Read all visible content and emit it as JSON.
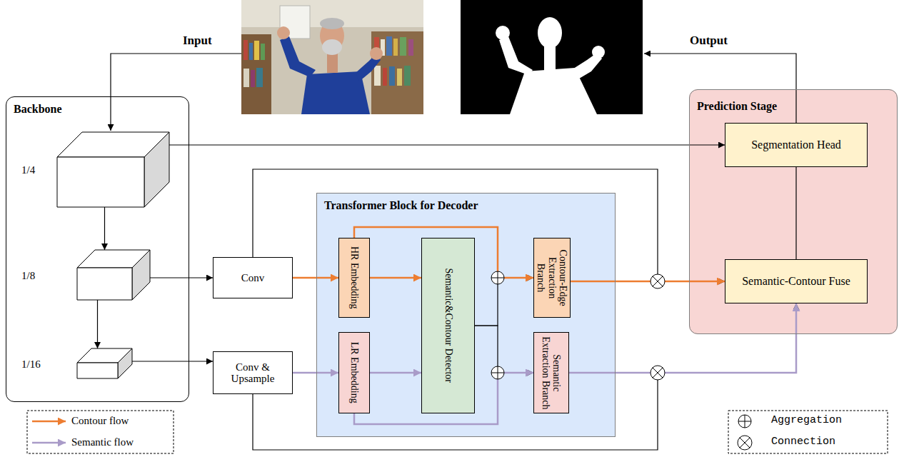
{
  "diagram": {
    "nodes": [
      {
        "text": [
          "Backbone"
        ]
      },
      {
        "text": [
          "1/4"
        ],
        "in": 0
      },
      {
        "text": [
          "1/8"
        ],
        "in": 0
      },
      {
        "text": [
          "1/16"
        ],
        "in": 0
      },
      {
        "text": [
          "Conv"
        ]
      },
      {
        "text": [
          "Conv & Upsample"
        ]
      },
      {
        "text": [
          "Transformer Block for Decoder"
        ]
      },
      {
        "text": [
          "HR Embedding"
        ],
        "in": 6
      },
      {
        "text": [
          "LR Embedding"
        ],
        "in": 6
      },
      {
        "text": [
          "Semantic&Contour Detector"
        ],
        "in": 6
      },
      {
        "text": [
          "Contour-Edge Extraction Branch"
        ],
        "in": 6
      },
      {
        "text": [
          "Semantic Extraction Branch"
        ],
        "in": 6
      },
      {
        "text": [
          "Prediction Stage"
        ]
      },
      {
        "text": [
          "Segmentation Head"
        ],
        "in": 12
      },
      {
        "text": [
          "Semantic-Contour Fuse"
        ],
        "in": 12
      }
    ],
    "edges": [
      {
        "from": 1,
        "to": 2,
        "arrow": "to"
      },
      {
        "from": 2,
        "to": 3,
        "arrow": "to"
      },
      {
        "from": 1,
        "to": 13,
        "arrow": "to"
      },
      {
        "from": 2,
        "to": 4,
        "arrow": "to"
      },
      {
        "from": 3,
        "to": 5,
        "arrow": "to"
      },
      {
        "from": 4,
        "to": 7,
        "arrow": "to"
      },
      {
        "from": 5,
        "to": 8,
        "arrow": "to"
      },
      {
        "from": 7,
        "to": 9,
        "arrow": "to"
      },
      {
        "from": 8,
        "to": 9,
        "arrow": "to"
      },
      {
        "from": 7,
        "to": 10,
        "arrow": "to"
      },
      {
        "from": 9,
        "to": 10,
        "arrow": "to"
      },
      {
        "from": 9,
        "to": 11,
        "arrow": "to"
      },
      {
        "from": 8,
        "to": 11,
        "arrow": "to"
      },
      {
        "from": 10,
        "to": 14,
        "arrow": "to"
      },
      {
        "from": 11,
        "to": 14,
        "arrow": "to"
      },
      {
        "from": 4,
        "to": 14,
        "arrow": "to"
      },
      {
        "from": 5,
        "to": 14,
        "arrow": "to"
      },
      {
        "from": 13,
        "to": 14,
        "arrow": "none"
      }
    ],
    "labels": [
      "Input",
      "Output"
    ],
    "legend": [
      {
        "text": "Contour flow"
      },
      {
        "text": "Semantic flow"
      },
      {
        "text": "Aggregation"
      },
      {
        "text": "Connection"
      }
    ]
  }
}
